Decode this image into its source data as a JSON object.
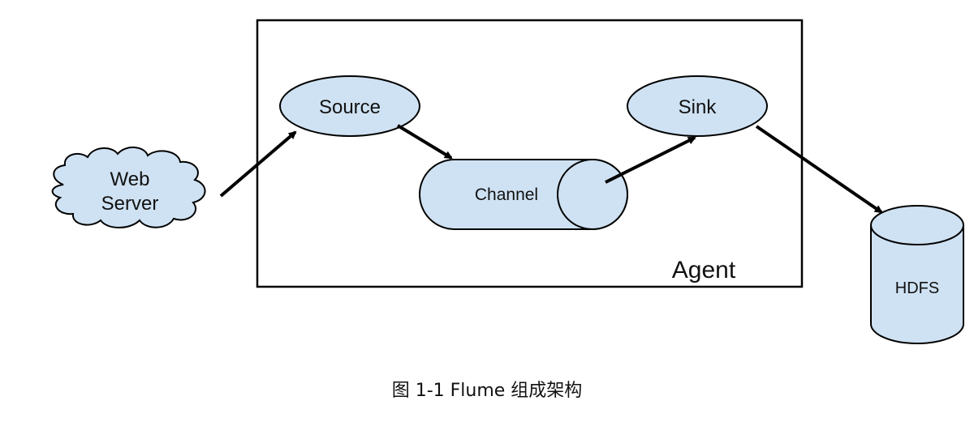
{
  "diagram": {
    "nodes": {
      "web_server": {
        "line1": "Web",
        "line2": "Server"
      },
      "source": "Source",
      "channel": "Channel",
      "sink": "Sink",
      "hdfs": "HDFS",
      "agent": "Agent"
    },
    "edges": [
      {
        "from": "Web Server",
        "to": "Source"
      },
      {
        "from": "Source",
        "to": "Channel"
      },
      {
        "from": "Channel",
        "to": "Sink"
      },
      {
        "from": "Sink",
        "to": "HDFS"
      }
    ],
    "colors": {
      "node_fill": "#cfe2f3",
      "stroke": "#000000"
    }
  },
  "caption": "图 1-1 Flume 组成架构"
}
